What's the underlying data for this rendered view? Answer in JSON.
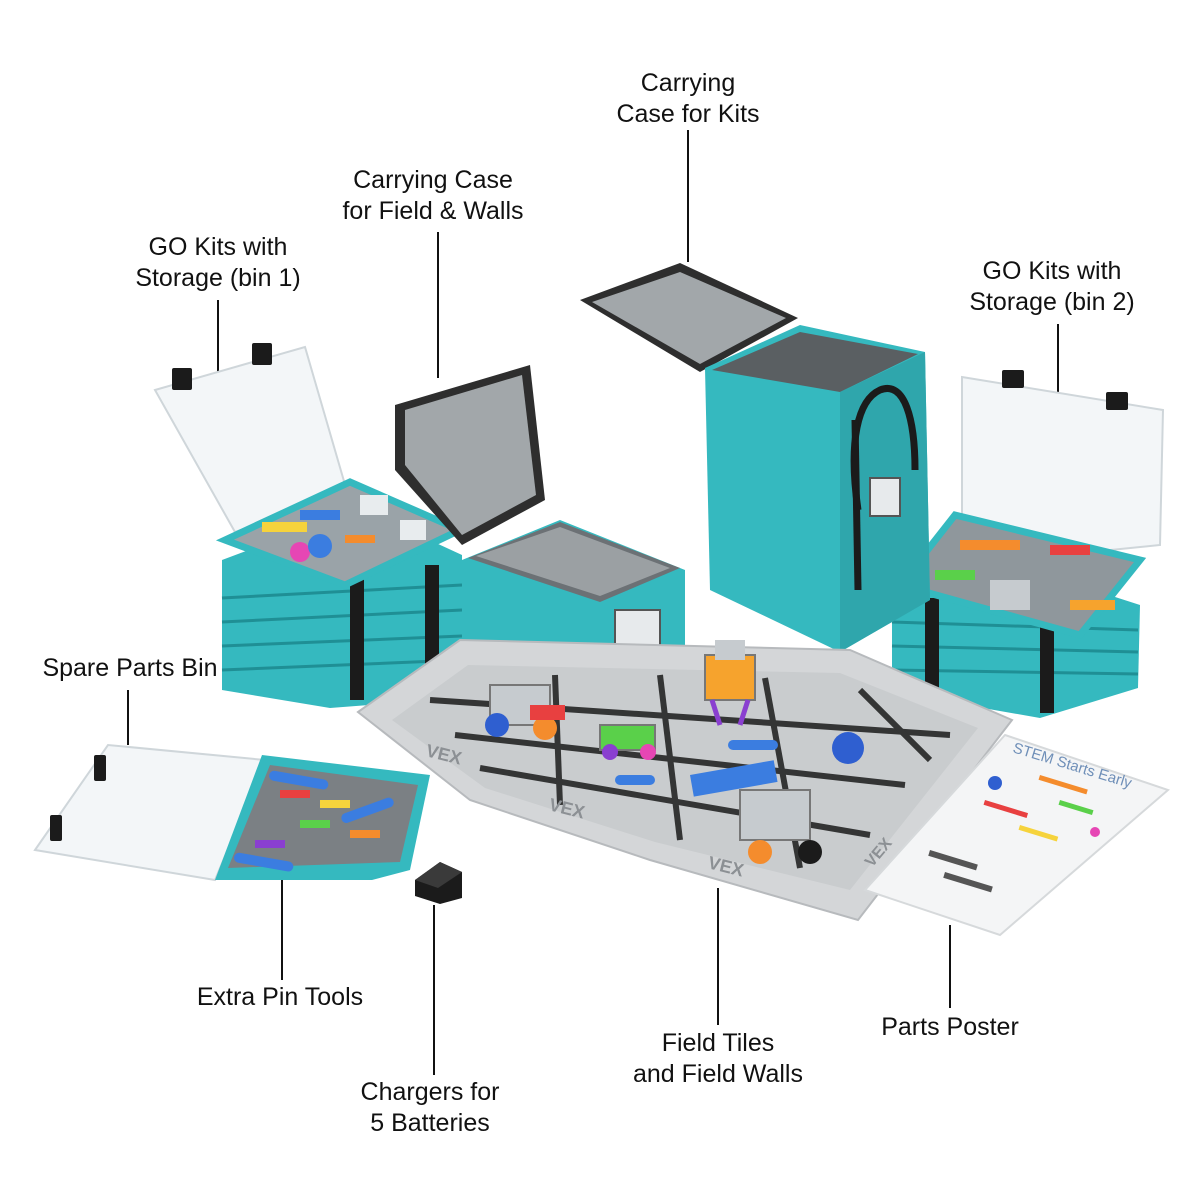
{
  "colors": {
    "teal": "#35b9bf",
    "teal_dark": "#1f8f95",
    "black": "#1b1b1b",
    "gray_field": "#d4d6d8",
    "label_text": "#111111"
  },
  "labels": {
    "case_kits": {
      "line1": "Carrying",
      "line2": "Case for Kits"
    },
    "case_field": {
      "line1": "Carrying Case",
      "line2": "for Field & Walls"
    },
    "go_kits_bin1": {
      "line1": "GO Kits with",
      "line2": "Storage (bin 1)"
    },
    "go_kits_bin2": {
      "line1": "GO Kits with",
      "line2": "Storage (bin 2)"
    },
    "spare_parts": {
      "line1": "Spare Parts Bin"
    },
    "pin_tools": {
      "line1": "Extra Pin Tools"
    },
    "chargers": {
      "line1": "Chargers for",
      "line2": "5 Batteries"
    },
    "field_tiles": {
      "line1": "Field Tiles",
      "line2": "and Field Walls"
    },
    "parts_poster": {
      "line1": "Parts Poster"
    }
  },
  "field": {
    "wall_brand": "VEX"
  },
  "poster": {
    "title": "STEM Starts Early"
  }
}
